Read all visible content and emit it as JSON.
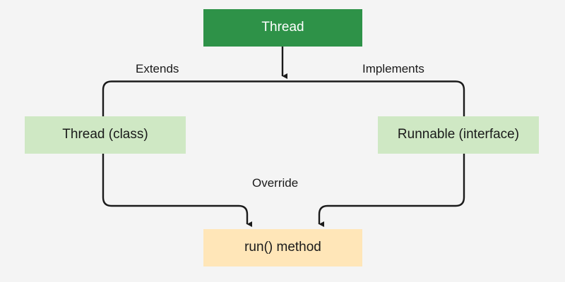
{
  "diagram": {
    "title_node": "Thread",
    "background_color": "#f4f4f4",
    "nodes": [
      {
        "id": "thread",
        "label": "Thread",
        "fill": "#2e9248",
        "text_color": "#ffffff"
      },
      {
        "id": "thread-class",
        "label": "Thread (class)",
        "fill": "#cfe8c4",
        "text_color": "#1a1a1a"
      },
      {
        "id": "runnable",
        "label": "Runnable (interface)",
        "fill": "#cfe8c4",
        "text_color": "#1a1a1a"
      },
      {
        "id": "run-method",
        "label": "run() method",
        "fill": "#ffe6b8",
        "text_color": "#1a1a1a"
      }
    ],
    "edges": [
      {
        "id": "extends",
        "label": "Extends",
        "from": "thread",
        "to": "thread-class"
      },
      {
        "id": "implements",
        "label": "Implements",
        "from": "thread",
        "to": "runnable"
      },
      {
        "id": "override",
        "label": "Override",
        "from": "thread-class",
        "to": "run-method"
      }
    ],
    "edge_color": "#1a1a1a"
  }
}
